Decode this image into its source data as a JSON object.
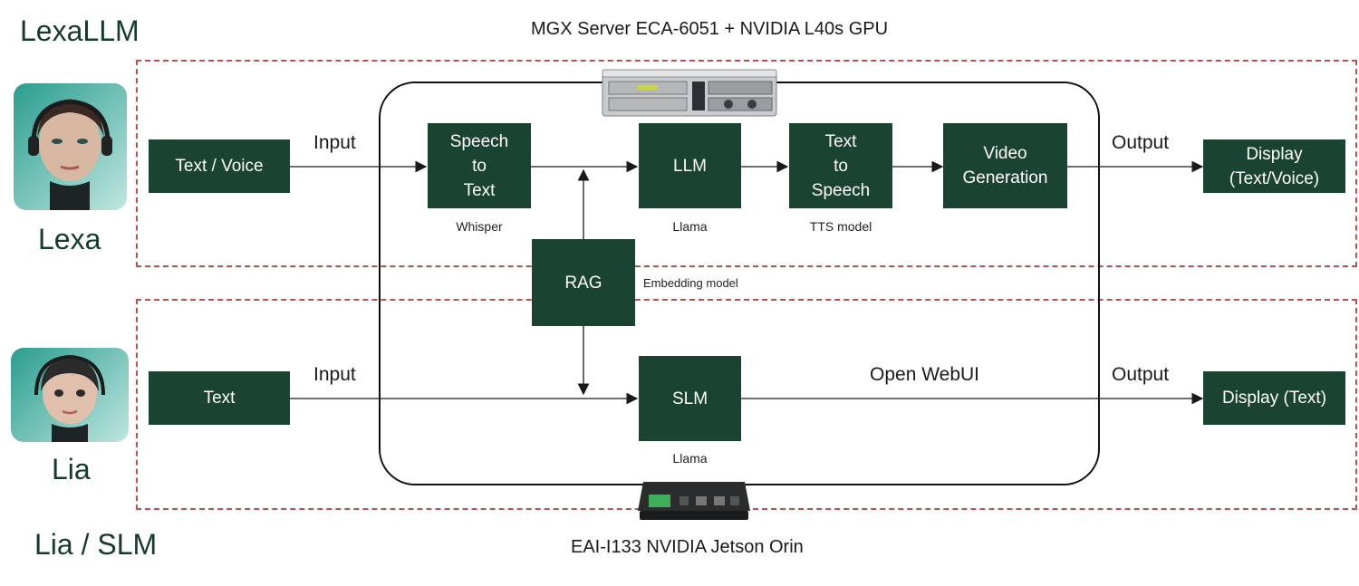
{
  "header": {
    "lexallm_title": "LexaLLM",
    "server_title": "MGX Server ECA-6051 + NVIDIA L40s GPU",
    "lia_slm_title": "Lia / SLM",
    "jetson_title": "EAI-I133 NVIDIA Jetson Orin"
  },
  "avatars": {
    "lexa_name": "Lexa",
    "lia_name": "Lia"
  },
  "top_flow": {
    "input_box": "Text / Voice",
    "input_label": "Input",
    "stt_box": "Speech\nto\nText",
    "stt_caption": "Whisper",
    "llm_box": "LLM",
    "llm_caption": "Llama",
    "tts_box": "Text\nto\nSpeech",
    "tts_caption": "TTS model",
    "video_box": "Video\nGeneration",
    "output_label": "Output",
    "output_box": "Display\n(Text/Voice)"
  },
  "rag": {
    "box": "RAG",
    "caption": "Embedding model"
  },
  "bottom_flow": {
    "input_box": "Text",
    "input_label": "Input",
    "slm_box": "SLM",
    "slm_caption": "Llama",
    "webui_label": "Open WebUI",
    "output_label": "Output",
    "output_box": "Display (Text)"
  },
  "colors": {
    "box_fill": "#1b4332",
    "dashed_border": "#c0504d",
    "accent_text": "#163b2b"
  },
  "icons": {
    "server": "server-rack-icon",
    "jetson": "edge-device-icon",
    "lexa_avatar": "robot-woman-avatar-icon",
    "lia_avatar": "robot-child-avatar-icon"
  }
}
